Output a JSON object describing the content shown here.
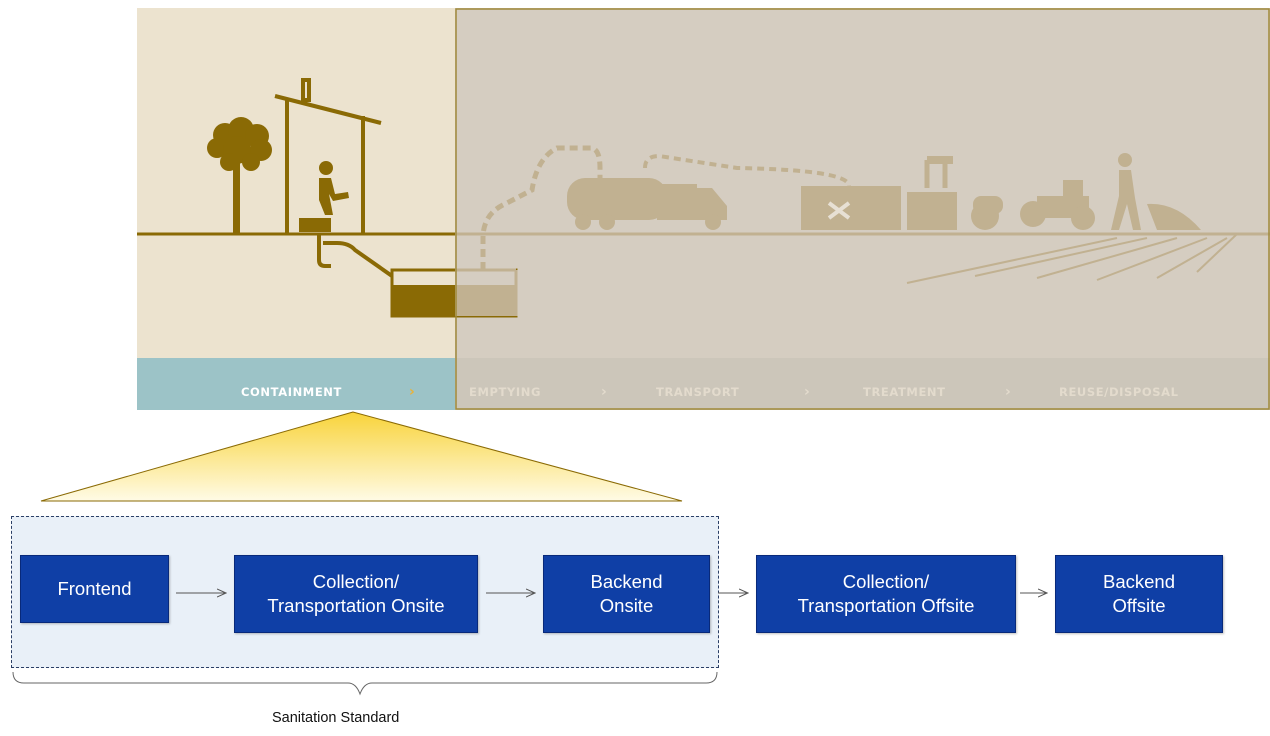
{
  "stages": [
    {
      "label": "CONTAINMENT",
      "active": true
    },
    {
      "label": "EMPTYING",
      "active": false
    },
    {
      "label": "TRANSPORT",
      "active": false
    },
    {
      "label": "TREATMENT",
      "active": false
    },
    {
      "label": "REUSE/DISPOSAL",
      "active": false
    }
  ],
  "flow_boxes": [
    {
      "label": "Frontend"
    },
    {
      "label": "Collection/\nTransportation Onsite"
    },
    {
      "label": "Backend\nOnsite"
    },
    {
      "label": "Collection/\nTransportation Offsite"
    },
    {
      "label": "Backend\nOffsite"
    }
  ],
  "brace_label": "Sanitation Standard",
  "colors": {
    "active_panel": "#ece3cf",
    "inactive_panel": "#d5cdc1",
    "active_strip": "#9cc3c7",
    "inactive_strip": "#ccc6ba",
    "illustration_dark": "#8a6a05",
    "illustration_faded": "#c1b191",
    "box_blue": "#0f3fa6",
    "group_bg": "#e9f0f8"
  }
}
